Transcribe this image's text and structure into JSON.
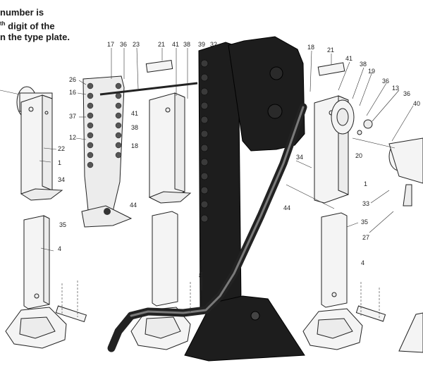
{
  "note": {
    "line1": "number is",
    "line2_sup": "th",
    "line2": " digit of the",
    "line3": "n the type plate."
  },
  "callouts": [
    {
      "id": "c17",
      "text": "17"
    },
    {
      "id": "c36a",
      "text": "36"
    },
    {
      "id": "c23",
      "text": "23"
    },
    {
      "id": "c21a",
      "text": "21"
    },
    {
      "id": "c41a",
      "text": "41"
    },
    {
      "id": "c38a",
      "text": "38"
    },
    {
      "id": "c39",
      "text": "39"
    },
    {
      "id": "c32",
      "text": "32"
    },
    {
      "id": "c18a",
      "text": "18"
    },
    {
      "id": "c21b",
      "text": "21"
    },
    {
      "id": "c41b",
      "text": "41"
    },
    {
      "id": "c38b",
      "text": "38"
    },
    {
      "id": "c19",
      "text": "19"
    },
    {
      "id": "c36b",
      "text": "36"
    },
    {
      "id": "c13",
      "text": "13"
    },
    {
      "id": "c36c",
      "text": "36"
    },
    {
      "id": "c40",
      "text": "40"
    },
    {
      "id": "c26",
      "text": "26"
    },
    {
      "id": "c16",
      "text": "16"
    },
    {
      "id": "c37",
      "text": "37"
    },
    {
      "id": "c12",
      "text": "12"
    },
    {
      "id": "c41c",
      "text": "41"
    },
    {
      "id": "c38c",
      "text": "38"
    },
    {
      "id": "c18b",
      "text": "18"
    },
    {
      "id": "c22",
      "text": "22"
    },
    {
      "id": "c1a",
      "text": "1"
    },
    {
      "id": "c34a",
      "text": "34"
    },
    {
      "id": "c44a",
      "text": "44"
    },
    {
      "id": "c35a",
      "text": "35"
    },
    {
      "id": "c4a",
      "text": "4"
    },
    {
      "id": "c8",
      "text": "8"
    },
    {
      "id": "c34b",
      "text": "34"
    },
    {
      "id": "c20",
      "text": "20"
    },
    {
      "id": "c1b",
      "text": "1"
    },
    {
      "id": "c44b",
      "text": "44"
    },
    {
      "id": "c33",
      "text": "33"
    },
    {
      "id": "c35b",
      "text": "35"
    },
    {
      "id": "c27",
      "text": "27"
    },
    {
      "id": "c4b",
      "text": "4"
    }
  ]
}
